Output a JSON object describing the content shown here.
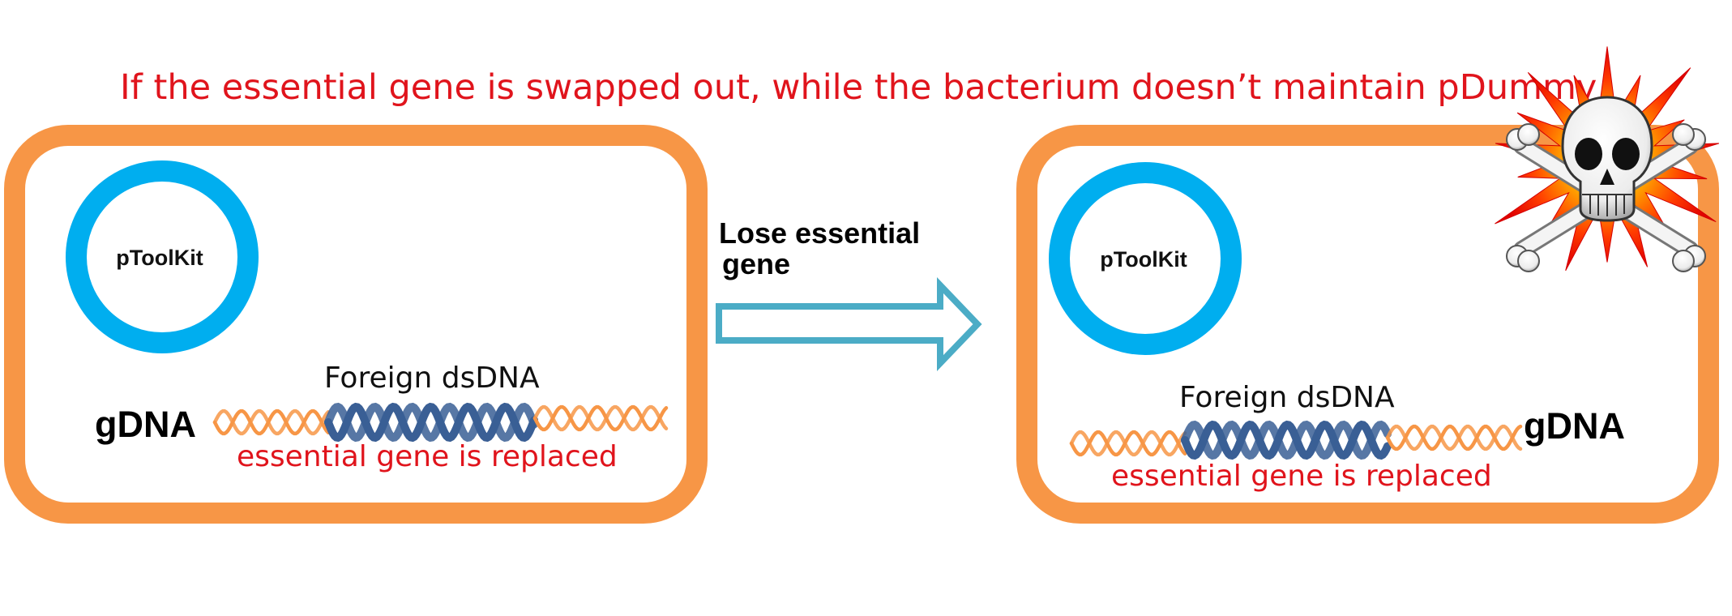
{
  "title": "If the essential gene is swapped out, while the bacterium doesn’t maintain pDummy",
  "transition": {
    "line1": "Lose essential",
    "line2": "gene"
  },
  "left_cell": {
    "plasmid": "pToolKit",
    "genome": "gDNA",
    "insert": "Foreign dsDNA",
    "note": "essential gene is replaced"
  },
  "right_cell": {
    "plasmid": "pToolKit",
    "genome": "gDNA",
    "insert": "Foreign dsDNA",
    "note": "essential gene is replaced"
  },
  "colors": {
    "cell_border": "#f79646",
    "plasmid": "#00aeef",
    "genomic_dna": "#f79646",
    "foreign_dna": "#3a5f95",
    "arrow": "#4bacc6",
    "red_text": "#e0141c"
  },
  "icons": {
    "death": "skull-and-crossbones-icon",
    "burst": "explosion-burst-icon"
  }
}
